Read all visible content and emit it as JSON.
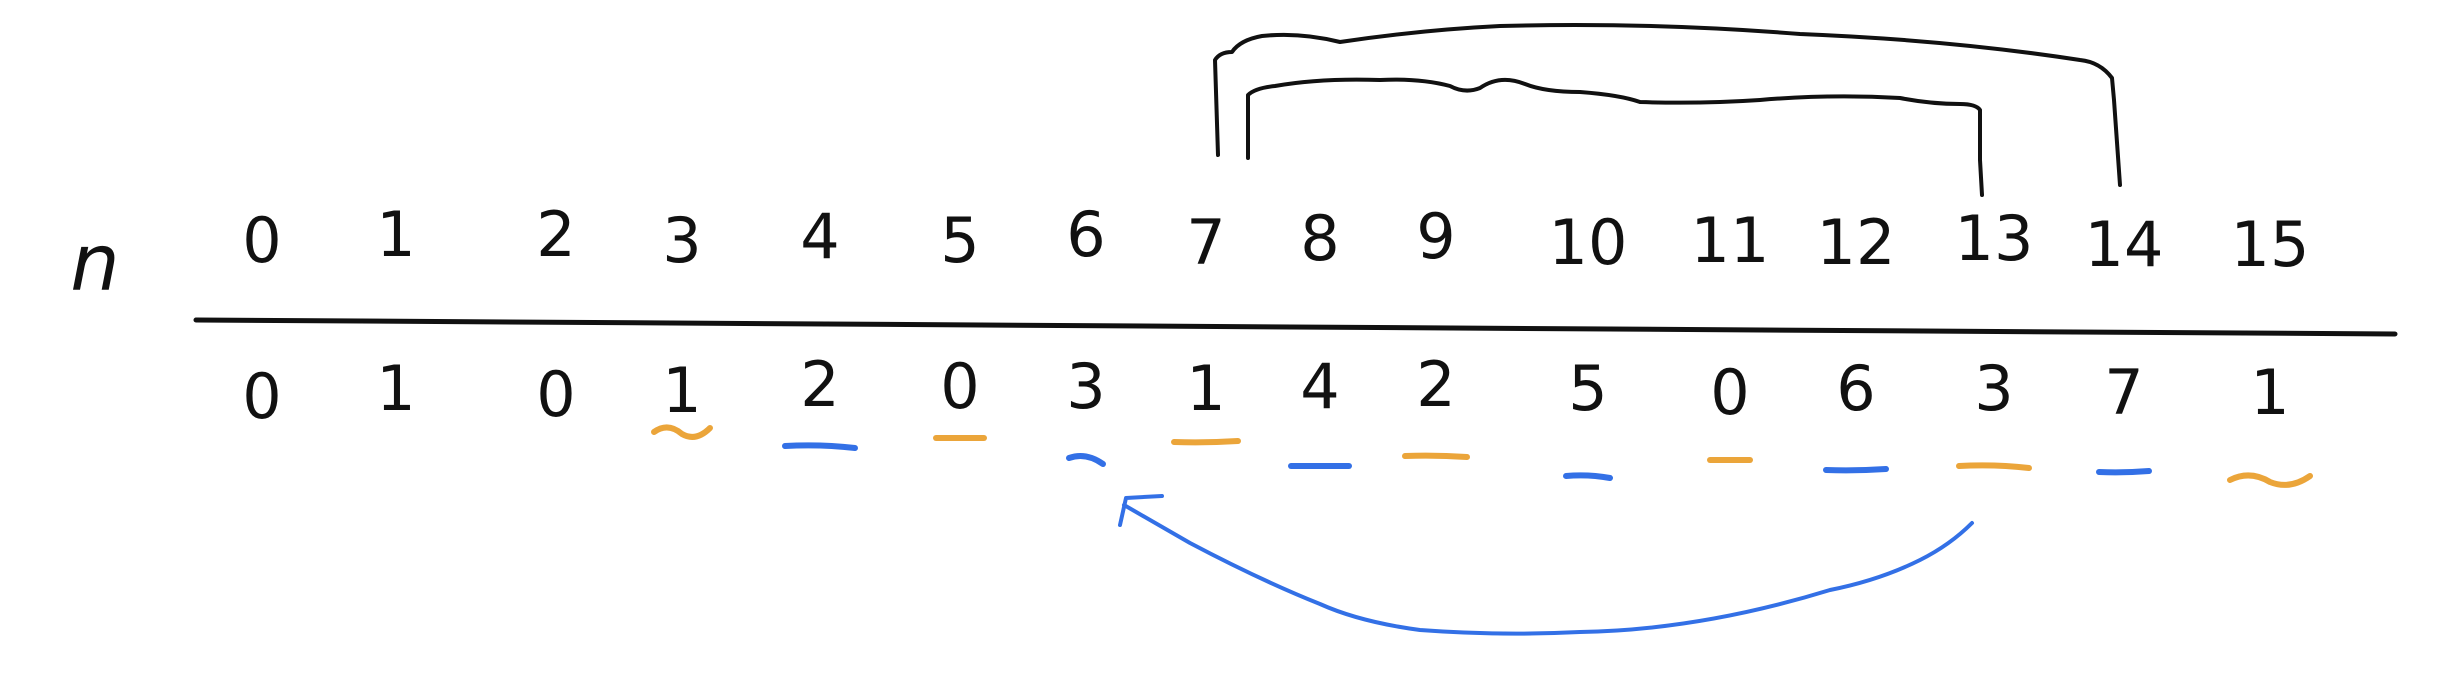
{
  "row_label": "n",
  "n_values": [
    "0",
    "1",
    "2",
    "3",
    "4",
    "5",
    "6",
    "7",
    "8",
    "9",
    "10",
    "11",
    "12",
    "13",
    "14",
    "15"
  ],
  "result_values": [
    "0",
    "1",
    "0",
    "1",
    "2",
    "0",
    "3",
    "1",
    "4",
    "2",
    "5",
    "0",
    "6",
    "3",
    "7",
    "1"
  ],
  "underline_colors": [
    "none",
    "none",
    "none",
    "orange",
    "blue",
    "orange",
    "blue",
    "orange",
    "blue",
    "orange",
    "blue",
    "orange",
    "blue",
    "orange",
    "blue",
    "orange"
  ],
  "colors": {
    "ink": "#111111",
    "blue": "#3370e6",
    "orange": "#eba53a"
  }
}
